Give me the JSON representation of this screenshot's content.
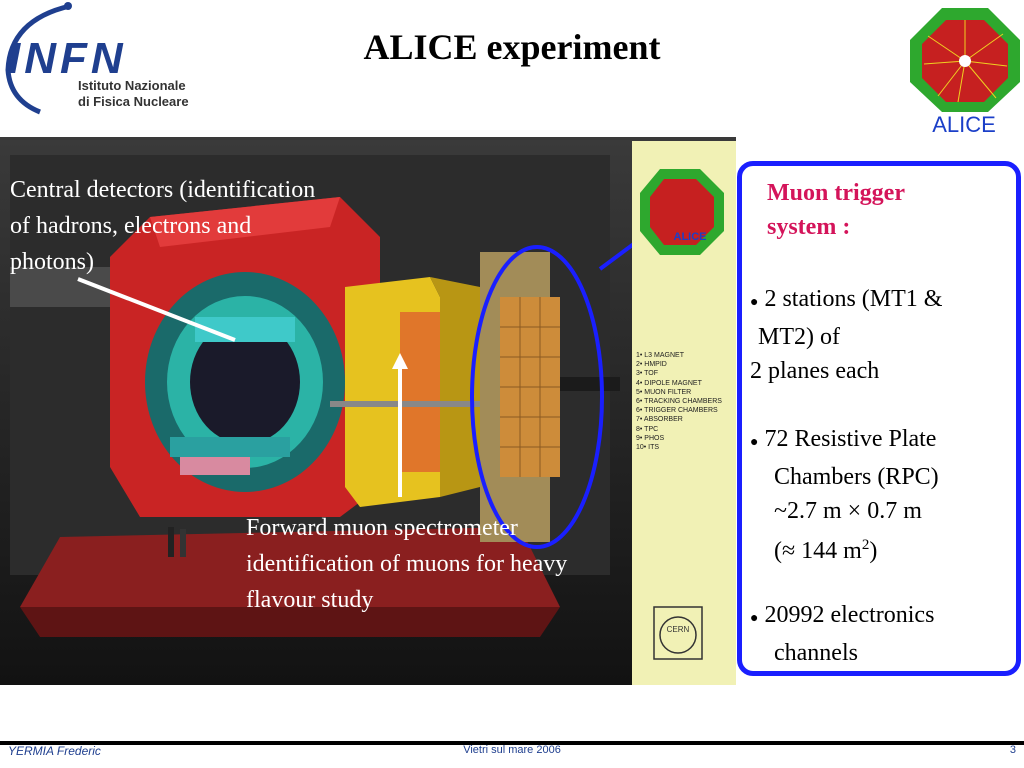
{
  "header": {
    "title": "ALICE experiment",
    "infn_logo": {
      "word": "INFN",
      "line1": "Istituto Nazionale",
      "line2": "di Fisica Nucleare"
    },
    "alice_logo_text": "ALICE"
  },
  "image": {
    "caption_left": "Central detectors (identification of hadrons, electrons and photons)",
    "caption_forward": "Forward muon spectrometer identification of muons for heavy flavour study",
    "legend": [
      "1• L3 MAGNET",
      "2• HMPID",
      "3• TOF",
      "4• DIPOLE MAGNET",
      "5• MUON FILTER",
      "6• TRACKING CHAMBERS",
      "6• TRIGGER CHAMBERS",
      "7• ABSORBER",
      "8• TPC",
      "9• PHOS",
      "10• ITS"
    ],
    "legend_logo_text": "ALICE",
    "cern_text": "CERN"
  },
  "panel": {
    "title_line1": "Muon trigger",
    "title_line2": "system :",
    "b1_line1": "2 stations (MT1 &",
    "b1_line2": "MT2) of",
    "b1_line3": "2 planes each",
    "b2_line1": "72 Resistive Plate",
    "b2_line2": "Chambers (RPC)",
    "b2_line3": "~2.7 m × 0.7 m",
    "b2_line4a": "(≈ 144 m",
    "b2_line4sup": "2",
    "b2_line4b": ")",
    "b3_line1": "20992 electronics",
    "b3_line2": "channels",
    "bullet_char": "●"
  },
  "footer": {
    "author": "YERMIA Frederic",
    "date": "Vietri sul mare 2006",
    "page": "3"
  },
  "colors": {
    "infn_blue": "#1f3f8f",
    "panel_border": "#1a1fff",
    "panel_title": "#d4145a",
    "alice_green": "#2ea82e",
    "alice_blue": "#1b3fc8"
  }
}
